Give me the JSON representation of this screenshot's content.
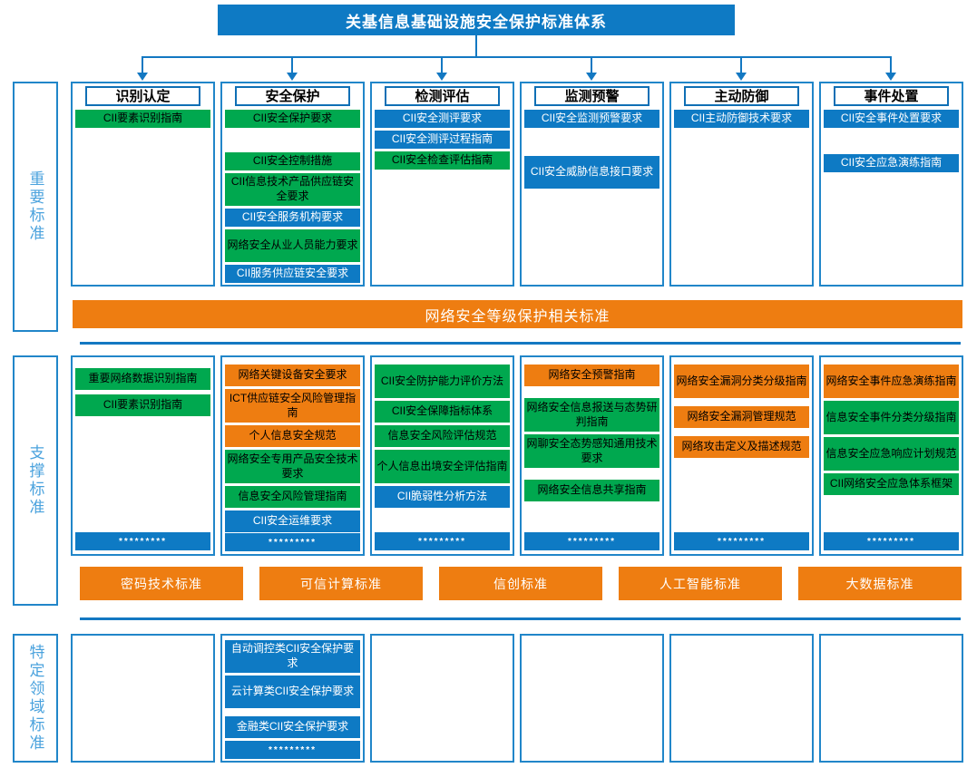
{
  "title": "关基信息基础设施安全保护标准体系",
  "colors": {
    "blue": "#0e7ac4",
    "green": "#00a84f",
    "orange": "#ee7d11",
    "line": "#1378c2"
  },
  "dots": "*********",
  "side_labels": {
    "important": "重要标准",
    "supporting": "支撑标准",
    "specific": "特定领域标准"
  },
  "banners": {
    "classified_protection": "网络安全等级保护相关标准",
    "bottom": [
      "密码技术标准",
      "可信计算标准",
      "信创标准",
      "人工智能标准",
      "大数据标准"
    ]
  },
  "important_columns": [
    {
      "header": "识别认定",
      "items": [
        {
          "t": "CII要素识别指南",
          "c": "green"
        }
      ]
    },
    {
      "header": "安全保护",
      "items": [
        {
          "t": "CII安全保护要求",
          "c": "green"
        },
        {
          "t": "CII安全控制措施",
          "c": "green",
          "gap": 26
        },
        {
          "t": "CII信息技术产品供应链安全要求",
          "c": "green",
          "lines": 2
        },
        {
          "t": "CII安全服务机构要求",
          "c": "blue"
        },
        {
          "t": "网络安全从业人员能力要求",
          "c": "green",
          "lines": 2
        },
        {
          "t": "CII服务供应链安全要求",
          "c": "blue"
        }
      ]
    },
    {
      "header": "检测评估",
      "items": [
        {
          "t": "CII安全测评要求",
          "c": "blue"
        },
        {
          "t": "CII安全测评过程指南",
          "c": "blue"
        },
        {
          "t": "CII安全检查评估指南",
          "c": "green"
        }
      ]
    },
    {
      "header": "监测预警",
      "items": [
        {
          "t": "CII安全监测预警要求",
          "c": "blue"
        },
        {
          "t": "CII安全威胁信息接口要求",
          "c": "blue",
          "gap": 30,
          "lines": 2
        }
      ]
    },
    {
      "header": "主动防御",
      "items": [
        {
          "t": "CII主动防御技术要求",
          "c": "blue"
        }
      ]
    },
    {
      "header": "事件处置",
      "items": [
        {
          "t": "CII安全事件处置要求",
          "c": "blue"
        },
        {
          "t": "CII安全应急演练指南",
          "c": "blue",
          "gap": 28
        }
      ]
    }
  ],
  "supporting_columns": [
    {
      "items": [
        {
          "t": "重要网络数据识别指南",
          "c": "green",
          "gap": 6
        },
        {
          "t": "CII要素识别指南",
          "c": "green",
          "gap": 4
        },
        {
          "t": "*********",
          "c": "blue",
          "dots": true,
          "anchor": true
        }
      ]
    },
    {
      "items": [
        {
          "t": "网络关键设备安全要求",
          "c": "orange"
        },
        {
          "t": "ICT供应链安全风险管理指南",
          "c": "orange",
          "lines": 2
        },
        {
          "t": "个人信息安全规范",
          "c": "orange"
        },
        {
          "t": "网络安全专用产品安全技术要求",
          "c": "green",
          "lines": 2
        },
        {
          "t": "信息安全风险管理指南",
          "c": "green"
        },
        {
          "t": "CII安全运维要求",
          "c": "blue"
        },
        {
          "t": "*********",
          "c": "blue",
          "dots": true,
          "anchor": true
        }
      ]
    },
    {
      "items": [
        {
          "t": "CII安全防护能力评价方法",
          "c": "green",
          "lines": 2
        },
        {
          "t": "CII安全保障指标体系",
          "c": "green"
        },
        {
          "t": "信息安全风险评估规范",
          "c": "green"
        },
        {
          "t": "个人信息出境安全评估指南",
          "c": "green",
          "lines": 2
        },
        {
          "t": "CII脆弱性分析方法",
          "c": "blue"
        },
        {
          "t": "*********",
          "c": "blue",
          "dots": true,
          "anchor": true
        }
      ]
    },
    {
      "items": [
        {
          "t": "网络安全预警指南",
          "c": "orange"
        },
        {
          "t": "网络安全信息报送与态势研判指南",
          "c": "green",
          "lines": 2,
          "gap": 12
        },
        {
          "t": "网聊安全态势感知通用技术要求",
          "c": "green",
          "lines": 2
        },
        {
          "t": "网络安全信息共享指南",
          "c": "green",
          "gap": 12
        },
        {
          "t": "*********",
          "c": "blue",
          "dots": true,
          "anchor": true
        }
      ]
    },
    {
      "items": [
        {
          "t": "网络安全漏洞分类分级指南",
          "c": "orange",
          "lines": 2
        },
        {
          "t": "网络安全漏洞管理规范",
          "c": "orange",
          "gap": 8
        },
        {
          "t": "网络攻击定义及描述规范",
          "c": "orange",
          "gap": 8
        },
        {
          "t": "*********",
          "c": "blue",
          "dots": true,
          "anchor": true
        }
      ]
    },
    {
      "items": [
        {
          "t": "网络安全事件应急演练指南",
          "c": "orange",
          "lines": 2
        },
        {
          "t": "信息安全事件分类分级指南",
          "c": "green",
          "lines": 2
        },
        {
          "t": "信息安全应急响应计划规范",
          "c": "green",
          "lines": 2
        },
        {
          "t": "CII网络安全应急体系框架",
          "c": "green"
        },
        {
          "t": "*********",
          "c": "blue",
          "dots": true,
          "anchor": true
        }
      ]
    }
  ],
  "specific_columns": [
    {
      "items": []
    },
    {
      "items": [
        {
          "t": "自动调控类CII安全保护要求",
          "c": "blue",
          "lines": 2
        },
        {
          "t": "云计算类CII安全保护要求",
          "c": "blue",
          "lines": 2
        },
        {
          "t": "金融类CII安全保护要求",
          "c": "blue",
          "gap": 8
        },
        {
          "t": "*********",
          "c": "blue",
          "dots": true
        }
      ]
    },
    {
      "items": []
    },
    {
      "items": []
    },
    {
      "items": []
    },
    {
      "items": []
    }
  ]
}
